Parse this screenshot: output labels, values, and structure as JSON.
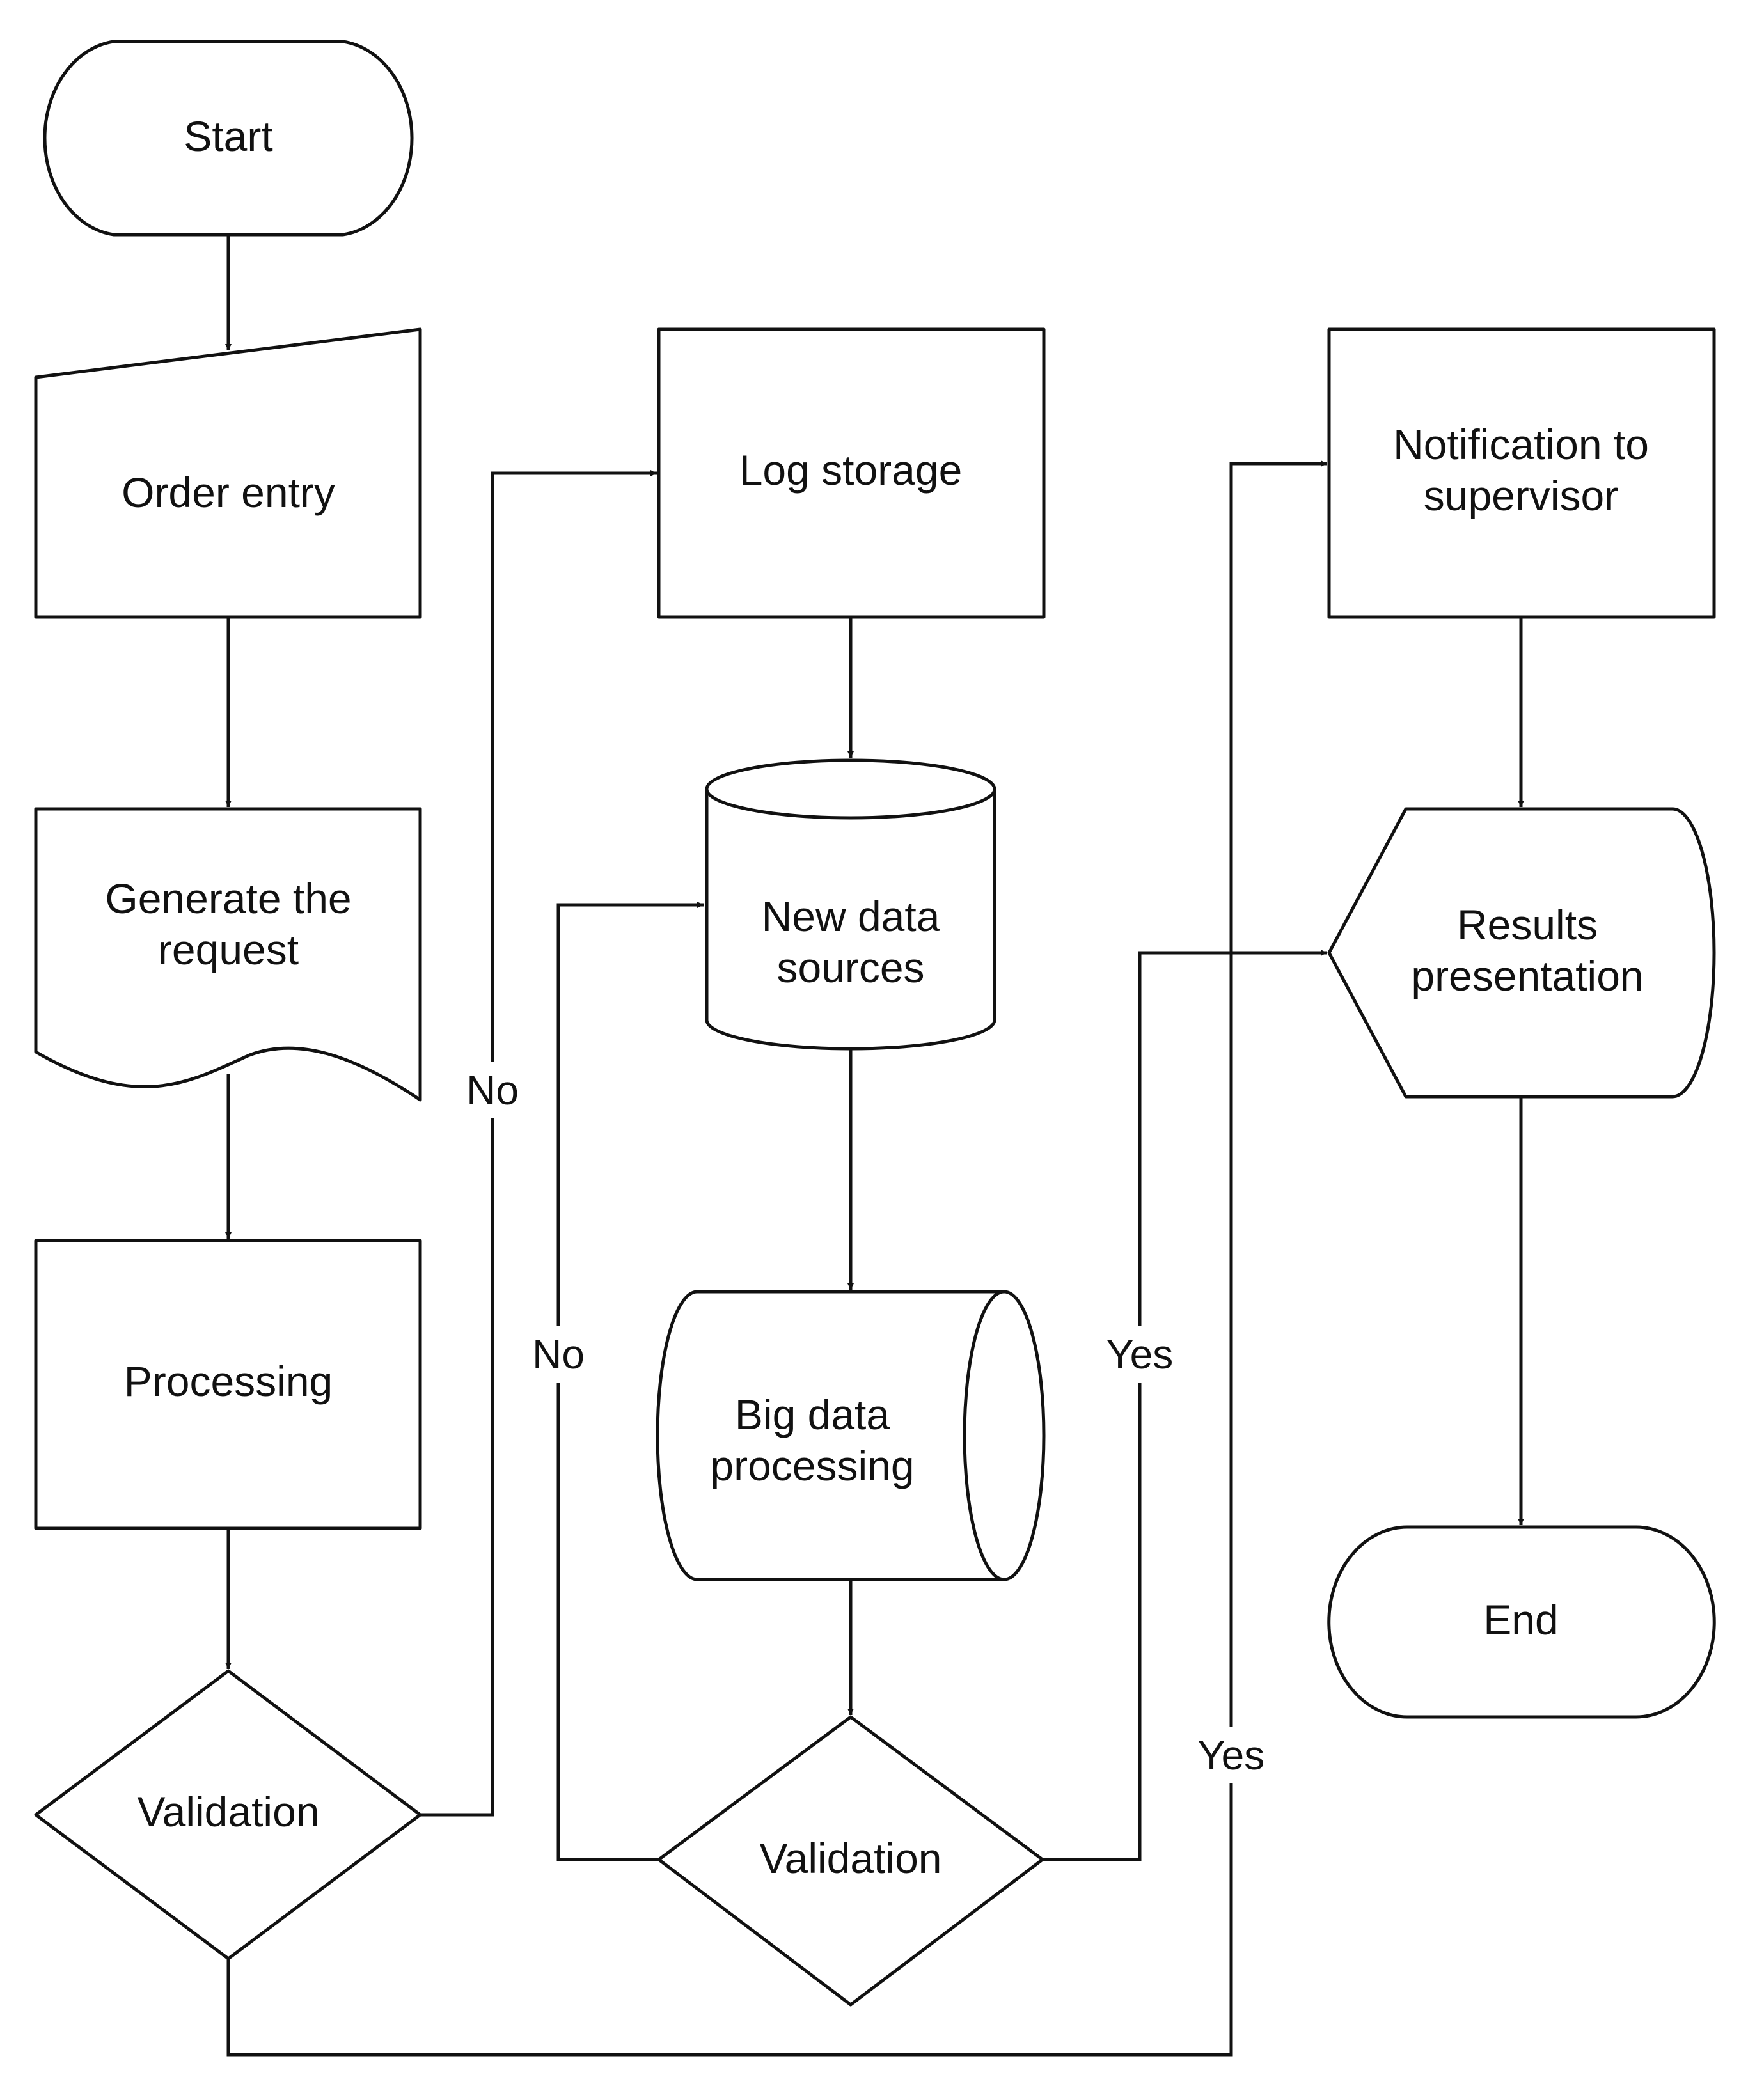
{
  "diagram": {
    "colors": {
      "stroke": "#111111",
      "fill": "#ffffff",
      "text": "#111111"
    },
    "nodes": {
      "start": {
        "shape": "terminator",
        "lines": [
          "Start"
        ]
      },
      "order_entry": {
        "shape": "manual-input",
        "lines": [
          "Order entry"
        ]
      },
      "generate_request": {
        "shape": "document",
        "lines": [
          "Generate the",
          "request"
        ]
      },
      "processing": {
        "shape": "process",
        "lines": [
          "Processing"
        ]
      },
      "validation_1": {
        "shape": "decision",
        "lines": [
          "Validation"
        ]
      },
      "log_storage": {
        "shape": "process",
        "lines": [
          "Log storage"
        ]
      },
      "new_data_sources": {
        "shape": "database",
        "lines": [
          "New data",
          "sources"
        ]
      },
      "big_data_processing": {
        "shape": "direct-access-storage",
        "lines": [
          "Big data",
          "processing"
        ]
      },
      "validation_2": {
        "shape": "decision",
        "lines": [
          "Validation"
        ]
      },
      "notification": {
        "shape": "process",
        "lines": [
          "Notification to",
          "supervisor"
        ]
      },
      "results_presentation": {
        "shape": "display",
        "lines": [
          "Results",
          "presentation"
        ]
      },
      "end": {
        "shape": "terminator",
        "lines": [
          "End"
        ]
      }
    },
    "edges": [
      {
        "from": "start",
        "to": "order_entry",
        "label": ""
      },
      {
        "from": "order_entry",
        "to": "generate_request",
        "label": ""
      },
      {
        "from": "generate_request",
        "to": "processing",
        "label": ""
      },
      {
        "from": "processing",
        "to": "validation_1",
        "label": ""
      },
      {
        "from": "validation_1",
        "to": "log_storage",
        "label": "No"
      },
      {
        "from": "validation_1",
        "to": "notification",
        "label": "Yes"
      },
      {
        "from": "log_storage",
        "to": "new_data_sources",
        "label": ""
      },
      {
        "from": "new_data_sources",
        "to": "big_data_processing",
        "label": ""
      },
      {
        "from": "big_data_processing",
        "to": "validation_2",
        "label": ""
      },
      {
        "from": "validation_2",
        "to": "new_data_sources",
        "label": "No"
      },
      {
        "from": "validation_2",
        "to": "results_presentation",
        "label": "Yes"
      },
      {
        "from": "notification",
        "to": "results_presentation",
        "label": ""
      },
      {
        "from": "results_presentation",
        "to": "end",
        "label": ""
      }
    ]
  }
}
